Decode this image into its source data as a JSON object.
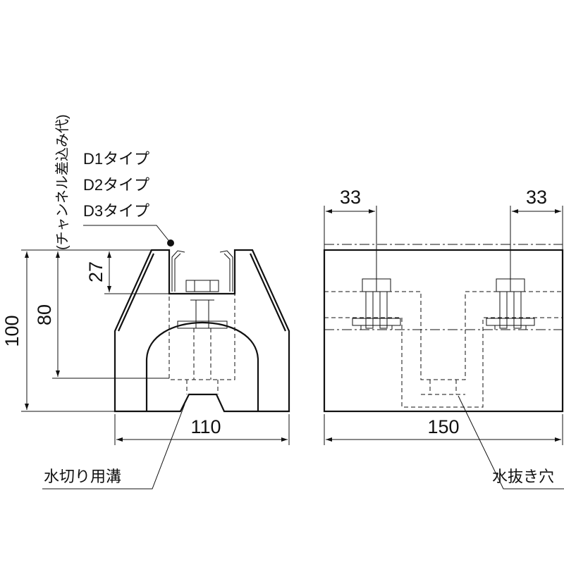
{
  "front_view": {
    "type_labels": [
      "D1タイプ",
      "D2タイプ",
      "D3タイプ"
    ],
    "channel_note": "(チャンネル差込み代)",
    "dims": {
      "height_total": "100",
      "height_80": "80",
      "height_27": "27",
      "width": "110"
    },
    "groove_label": "水切り用溝"
  },
  "side_view": {
    "dims": {
      "left_offset": "33",
      "right_offset": "33",
      "width": "150"
    },
    "drain_label": "水抜き穴"
  }
}
